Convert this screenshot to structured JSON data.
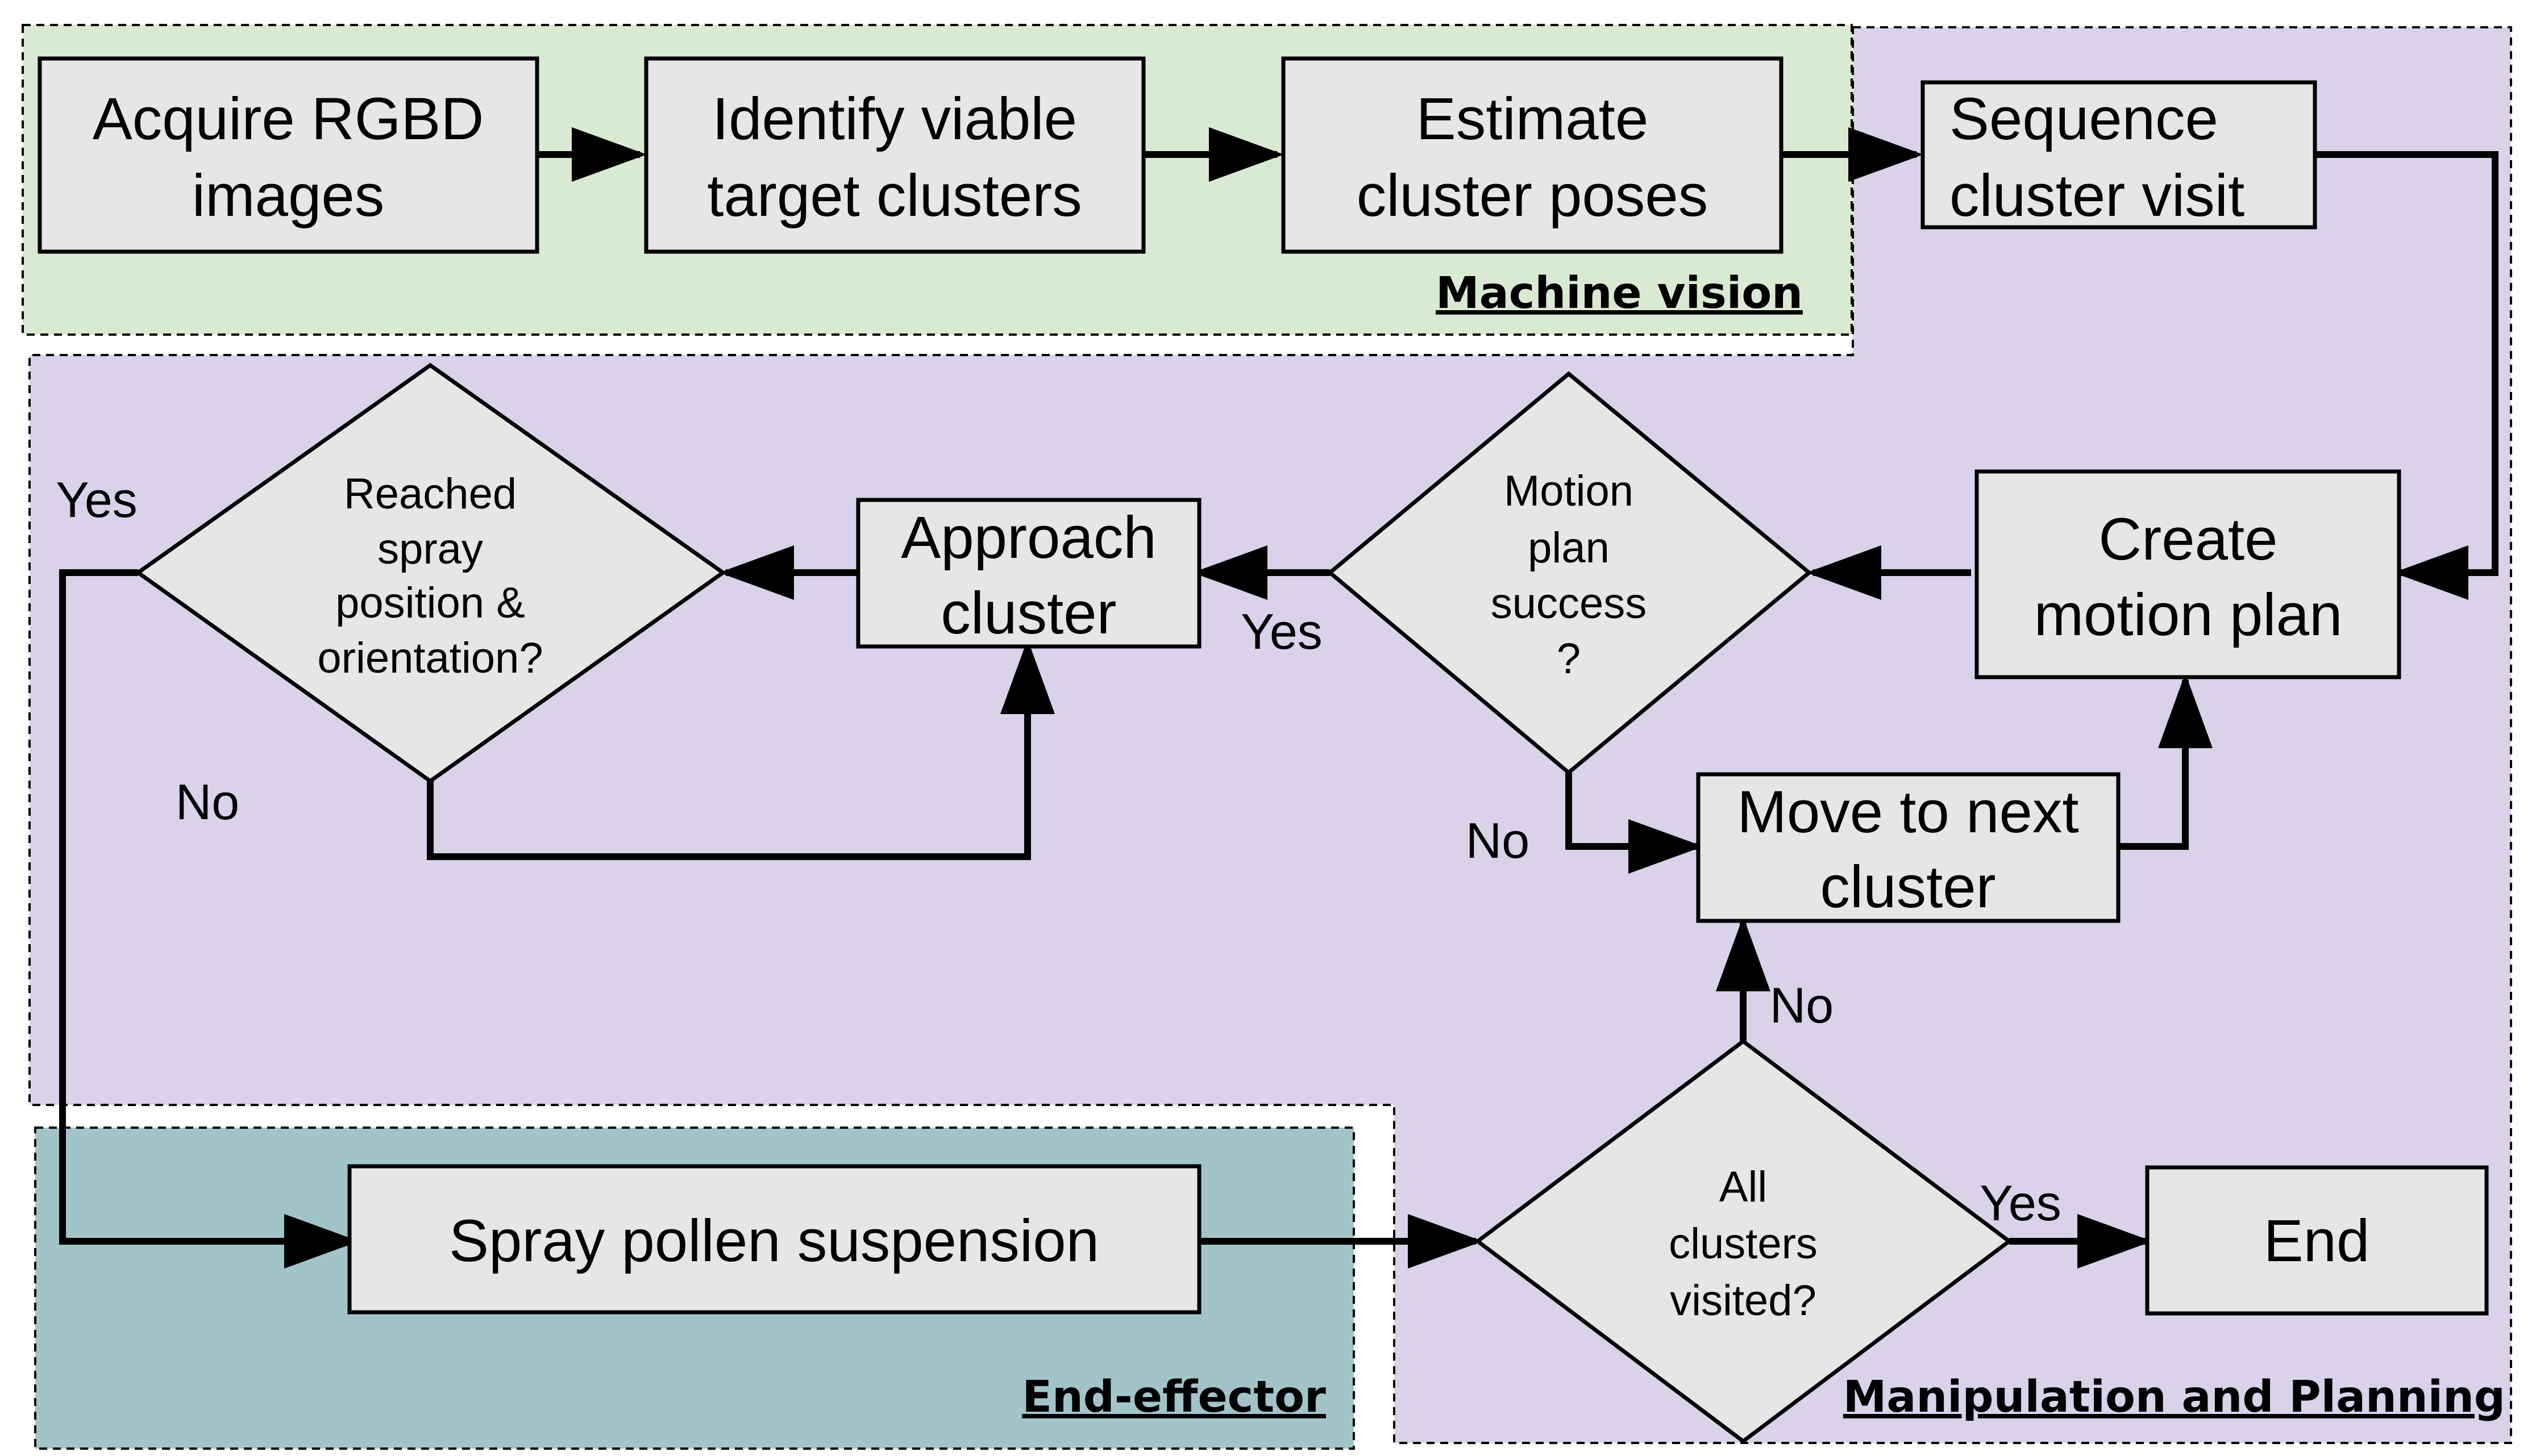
{
  "colors": {
    "machine_vision_fill": "#d9ead3",
    "manipulation_fill": "#d9d2e9",
    "end_effector_fill": "#a2c4c9",
    "node_fill": "#e6e6e6",
    "stroke": "#000000"
  },
  "regions": {
    "machine_vision": "Machine vision",
    "manipulation": "Manipulation and Planning",
    "end_effector": "End-effector"
  },
  "nodes": {
    "acquire": [
      "Acquire RGBD",
      "images"
    ],
    "identify": [
      "Identify viable",
      "target clusters"
    ],
    "estimate": [
      "Estimate",
      "cluster poses"
    ],
    "sequence": [
      "Sequence",
      "cluster visit"
    ],
    "create_plan": [
      "Create",
      "motion plan"
    ],
    "motion_success": [
      "Motion",
      "plan",
      "success",
      "?"
    ],
    "approach": [
      "Approach",
      "cluster"
    ],
    "reached": [
      "Reached",
      "spray",
      "position &",
      "orientation?"
    ],
    "move_next": [
      "Move to next",
      "cluster"
    ],
    "spray": [
      "Spray pollen suspension"
    ],
    "all_visited": [
      "All",
      "clusters",
      "visited?"
    ],
    "end": [
      "End"
    ]
  },
  "edge_labels": {
    "motion_yes": "Yes",
    "motion_no": "No",
    "reached_yes": "Yes",
    "reached_no": "No",
    "visited_no": "No",
    "visited_yes": "Yes"
  }
}
